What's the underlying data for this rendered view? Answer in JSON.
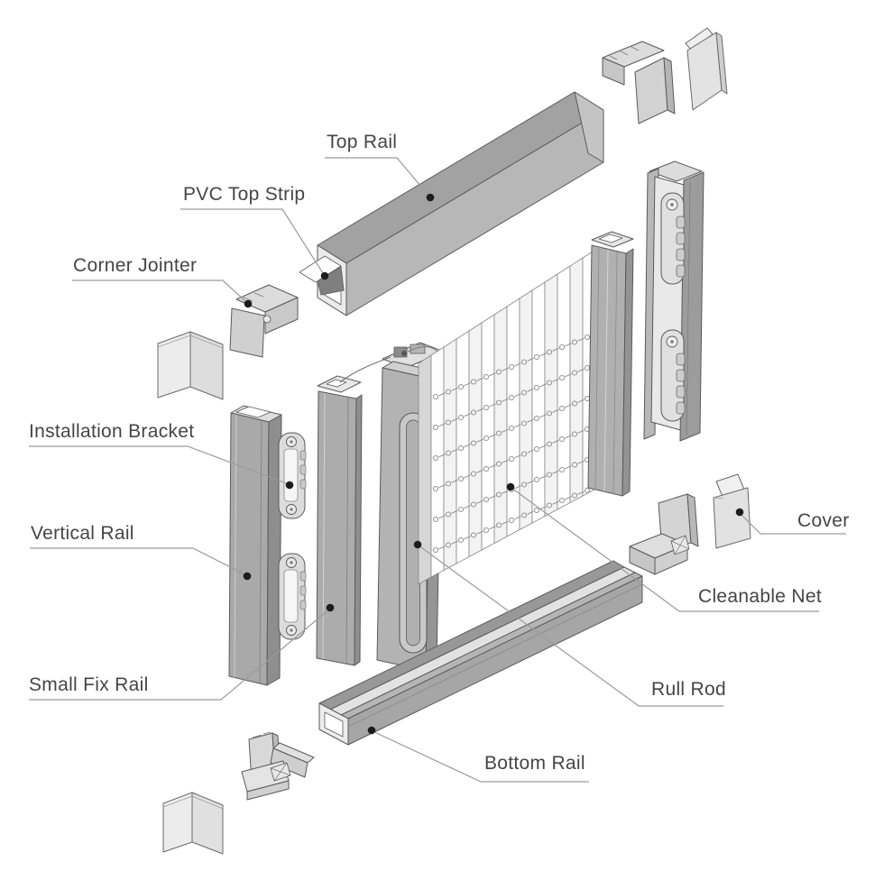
{
  "diagram": {
    "type": "exploded-parts-diagram",
    "subject": "pleated-screen-window-assembly"
  },
  "labels": {
    "top_rail": "Top Rail",
    "pvc_top_strip": "PVC Top Strip",
    "corner_jointer": "Corner Jointer",
    "installation_bracket": "Installation Bracket",
    "vertical_rail": "Vertical Rail",
    "small_fix_rail": "Small Fix Rail",
    "cover": "Cover",
    "cleanable_net": "Cleanable Net",
    "rull_rod": "Rull Rod",
    "bottom_rail": "Bottom Rail"
  },
  "colors": {
    "outline": "#5a5a5a",
    "leader_line": "#9b9b9b",
    "callout_dot": "#1c1c1c",
    "label_text": "#454545",
    "metal_light": "#e8e8e8",
    "metal_mid": "#b3b3b3",
    "metal_dark": "#989898",
    "net_white": "#ffffff",
    "background": "#ffffff"
  }
}
